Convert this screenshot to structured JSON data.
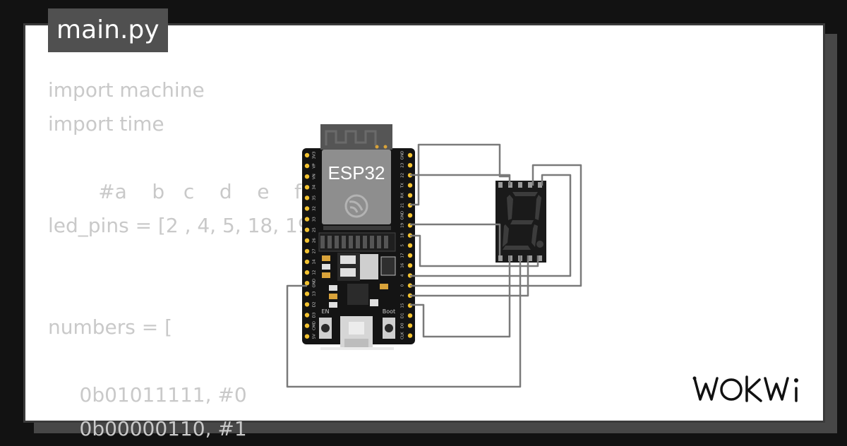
{
  "file_tab": {
    "label": "main.py"
  },
  "code_lines": [
    "import machine",
    "import time",
    "",
    "        #a    b   c    d    e    f",
    "led_pins = [2 , 4, 5, 18, 19",
    "",
    "",
    "numbers = [",
    "",
    "     0b01011111, #0",
    "     0b00000110, #1"
  ],
  "board": {
    "name": "ESP32",
    "left_pins": [
      "3V3",
      "VP",
      "VN",
      "34",
      "35",
      "32",
      "33",
      "25",
      "26",
      "27",
      "14",
      "12",
      "GND",
      "13",
      "D2",
      "D3",
      "CMD",
      "5V"
    ],
    "right_pins": [
      "GND",
      "23",
      "22",
      "TX",
      "RX",
      "21",
      "GND",
      "19",
      "18",
      "5",
      "17",
      "16",
      "4",
      "0",
      "2",
      "15",
      "D1",
      "D0",
      "CLK"
    ],
    "en_label": "EN",
    "boot_label": "Boot"
  },
  "display": {
    "segment_color": "#3c3c3c",
    "body_color": "#1a1a1a"
  },
  "wire_color": "#7a7a7a",
  "brand": {
    "logo_text": "WOKWi"
  }
}
